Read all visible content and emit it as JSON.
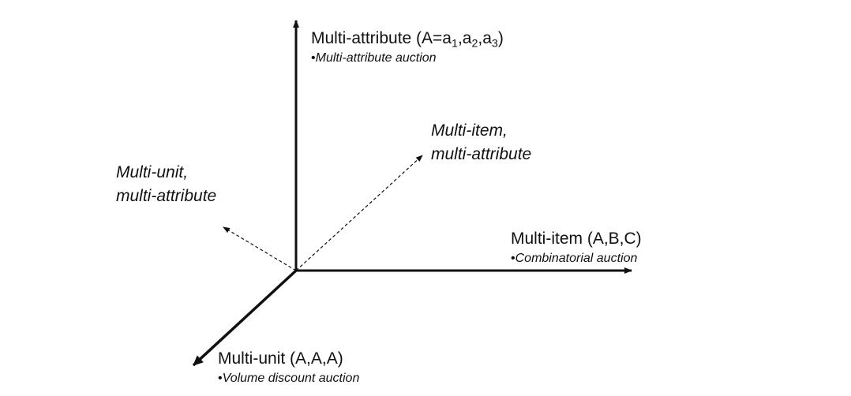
{
  "axes": {
    "vertical": {
      "title_prefix": "Multi-attribute (A=a",
      "sub1": "1",
      "sep1": ",a",
      "sub2": "2",
      "sep2": ",a",
      "sub3": "3",
      "title_suffix": ")",
      "bullet": "•",
      "example": "Multi-attribute auction"
    },
    "horizontal": {
      "title": "Multi-item (A,B,C)",
      "bullet": "•",
      "example": "Combinatorial auction"
    },
    "depth": {
      "title": "Multi-unit (A,A,A)",
      "bullet": "•",
      "example": "Volume discount auction"
    }
  },
  "diagonals": {
    "item_attribute": {
      "line1": "Multi-item,",
      "line2": "multi-attribute"
    },
    "unit_attribute": {
      "line1": "Multi-unit,",
      "line2": "multi-attribute"
    }
  },
  "colors": {
    "ink": "#111111",
    "background": "#ffffff"
  }
}
